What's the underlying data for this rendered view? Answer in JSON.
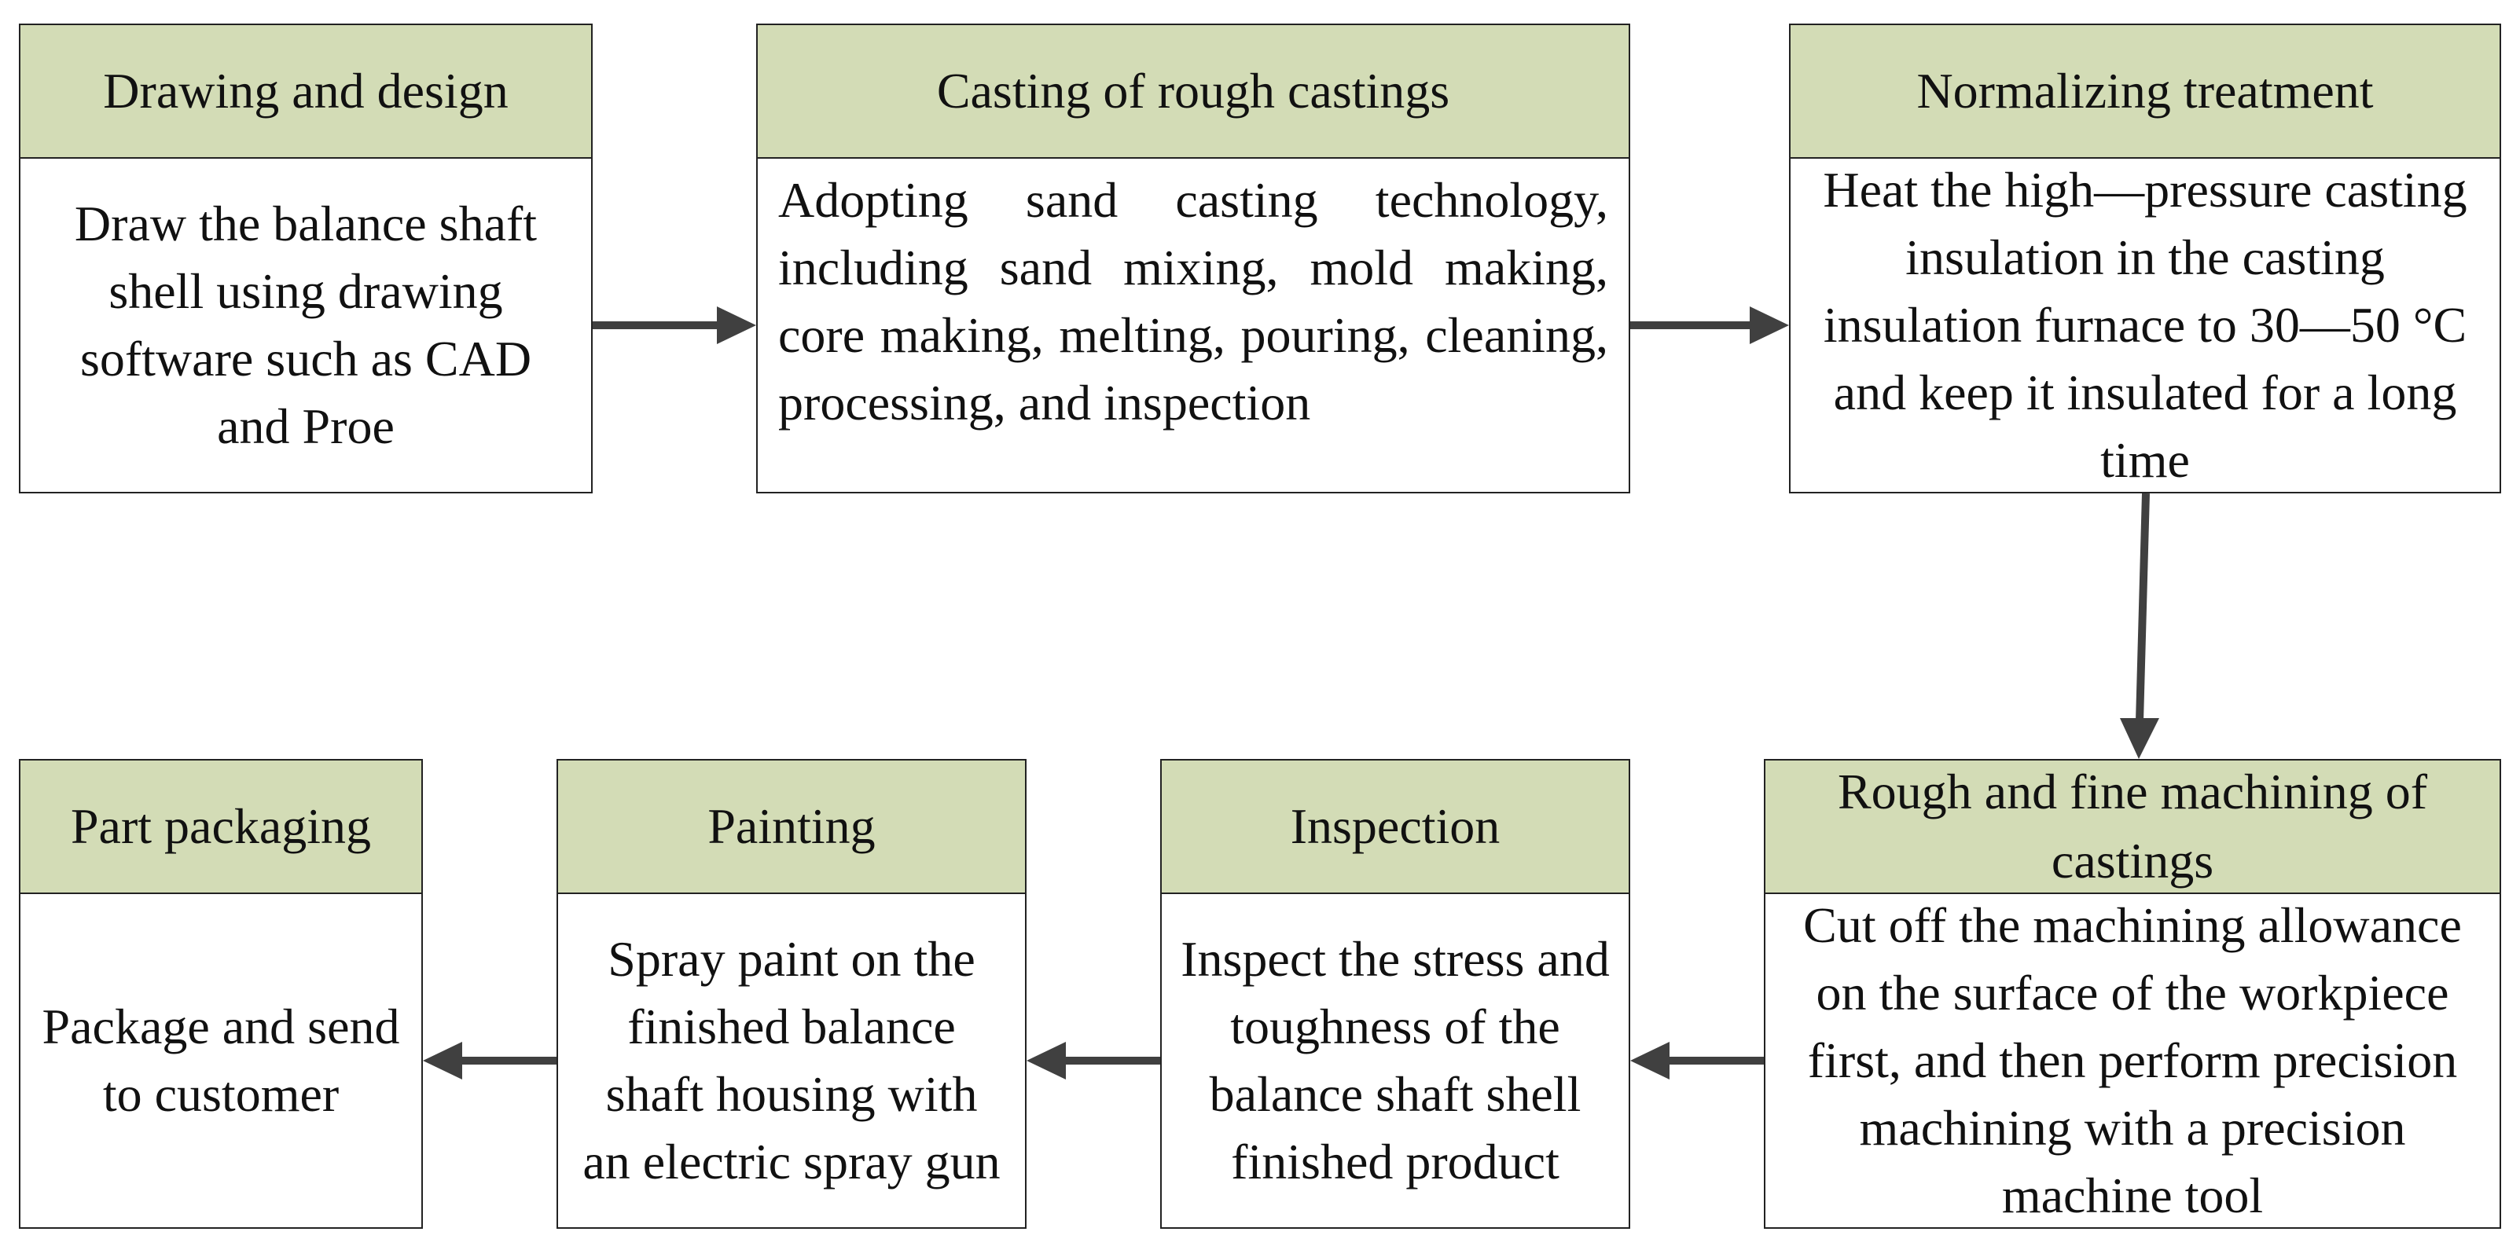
{
  "steps": {
    "drawing": {
      "title": "Drawing and design",
      "body": "Draw the balance shaft shell using drawing software such as CAD and Proe"
    },
    "casting": {
      "title": "Casting of rough castings",
      "body": "Adopting sand casting technology, including sand mixing, mold making, core making, melting, pouring, cleaning, processing, and inspection"
    },
    "normalizing": {
      "title": "Normalizing treatment",
      "body": "Heat the high—pressure casting insulation in the casting insulation furnace to 30—50 °C and keep it insulated for a long time"
    },
    "machining": {
      "title": "Rough and fine machining of castings",
      "body": "Cut off the machining allowance on the surface of the workpiece first, and then perform precision machining with a precision machine tool"
    },
    "inspection": {
      "title": "Inspection",
      "body": "Inspect the stress and toughness of the balance shaft shell finished product"
    },
    "painting": {
      "title": "Painting",
      "body": "Spray paint on the finished balance shaft housing with an electric spray gun"
    },
    "packaging": {
      "title": "Part packaging",
      "body": "Package and send to customer"
    }
  },
  "colors": {
    "header_fill": "#d3dcb6",
    "border": "#222222",
    "arrow": "#404040"
  }
}
